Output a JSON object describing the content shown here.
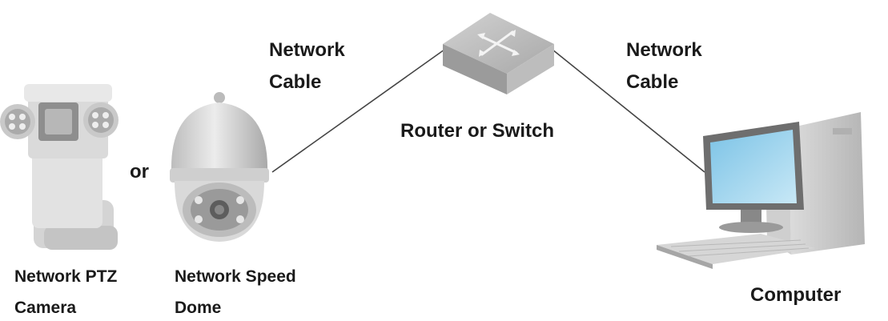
{
  "labels": {
    "cable_left_1": "Network",
    "cable_left_2": "Cable",
    "cable_right_1": "Network",
    "cable_right_2": "Cable",
    "router": "Router or Switch",
    "or": "or",
    "ptz_1": "Network PTZ",
    "ptz_2": "Camera",
    "dome_1": "Network Speed",
    "dome_2": "Dome",
    "computer": "Computer"
  },
  "icons": {
    "ptz_camera": "ptz-camera-icon",
    "speed_dome": "speed-dome-icon",
    "router": "router-switch-icon",
    "computer": "desktop-computer-icon"
  },
  "colors": {
    "text": "#1a1a1a",
    "device_light": "#e4e4e4",
    "device_mid": "#c9c9c9",
    "device_dark": "#8e8e8e",
    "screen": "#9fd4ee",
    "cable": "#444444"
  }
}
